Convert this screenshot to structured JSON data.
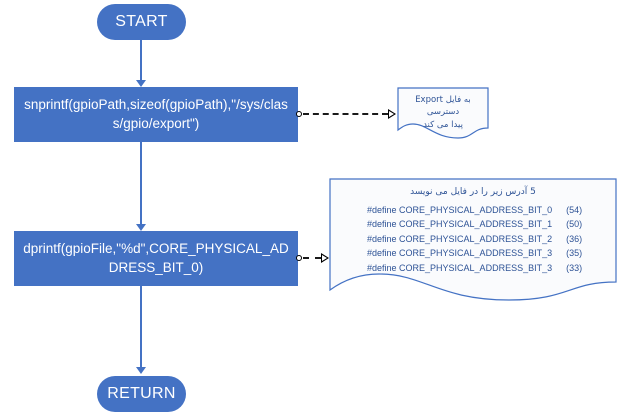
{
  "diagram": {
    "title": "GPIO export flowchart",
    "accent_color": "#4472C4",
    "note_text_color": "#2E5396",
    "note_border_color": "#4472C4"
  },
  "nodes": {
    "start": {
      "label": "START",
      "shape": "terminator"
    },
    "process_snprintf": {
      "label": "snprintf(gpioPath,sizeof(gpioPath),\"/sys/class/gpio/export\")",
      "shape": "process"
    },
    "process_dprintf": {
      "label": "dprintf(gpioFile,\"%d\",CORE_PHYSICAL_ADDRESS_BIT_0)",
      "shape": "process"
    },
    "return": {
      "label": "RETURN",
      "shape": "terminator"
    }
  },
  "notes": {
    "export_note": {
      "lines": [
        "به فایل Export دسترسی",
        "پیدا می کند"
      ]
    },
    "address_note": {
      "title": "5 آدرس زیر را در فایل می نویسد",
      "defines": [
        {
          "keyword": "#define",
          "name": "CORE_PHYSICAL_ADDRESS_BIT_0",
          "value": "(54)"
        },
        {
          "keyword": "#define",
          "name": "CORE_PHYSICAL_ADDRESS_BIT_1",
          "value": "(50)"
        },
        {
          "keyword": "#define",
          "name": "CORE_PHYSICAL_ADDRESS_BIT_2",
          "value": "(36)"
        },
        {
          "keyword": "#define",
          "name": "CORE_PHYSICAL_ADDRESS_BIT_3",
          "value": "(35)"
        },
        {
          "keyword": "#define",
          "name": "CORE_PHYSICAL_ADDRESS_BIT_3",
          "value": "(33)"
        }
      ]
    }
  }
}
